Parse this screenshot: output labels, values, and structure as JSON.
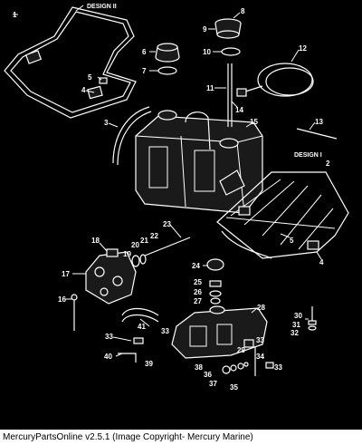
{
  "diagram": {
    "design_labels": [
      "DESIGN II",
      "DESIGN I"
    ],
    "callouts": [
      "1",
      "2",
      "3",
      "4",
      "5",
      "6",
      "7",
      "8",
      "9",
      "10",
      "11",
      "12",
      "13",
      "14",
      "15",
      "16",
      "17",
      "18",
      "19",
      "20",
      "21",
      "22",
      "23",
      "24",
      "25",
      "26",
      "27",
      "28",
      "29",
      "30",
      "31",
      "32",
      "33",
      "34",
      "35",
      "36",
      "37",
      "38",
      "39",
      "40",
      "41"
    ]
  },
  "footer": {
    "text": "MercuryPartsOnline v2.5.1 (Image Copyright- Mercury Marine)"
  },
  "colors": {
    "background": "#000000",
    "lines": "#ffffff",
    "footer_bg": "#ffffff"
  }
}
